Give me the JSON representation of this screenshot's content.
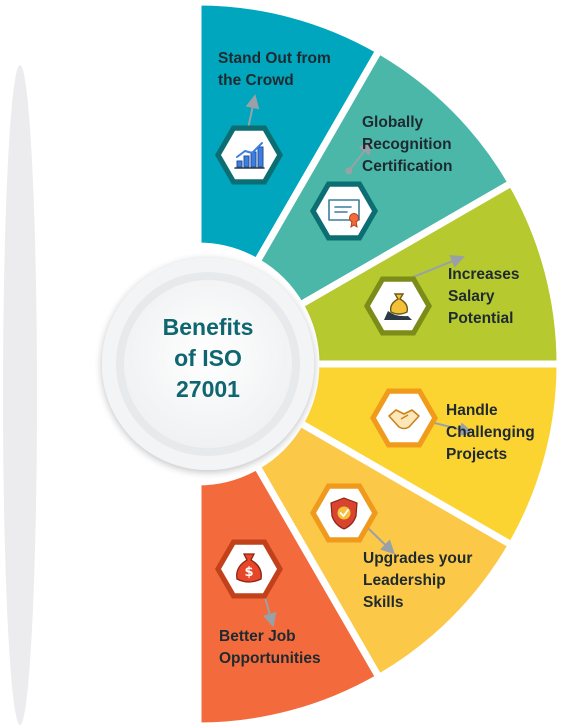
{
  "center": {
    "title": "Benefits\nof ISO\n27001"
  },
  "colors": {
    "teal": "#00a6bd",
    "seafoam": "#4ab7a9",
    "lime": "#b6c92f",
    "yellow": "#fcd432",
    "gold": "#fbc847",
    "orange": "#f36b3c",
    "hub_text": "#0f6670"
  },
  "segments": [
    {
      "label": "Stand Out from\nthe Crowd",
      "icon": "bar-chart-icon",
      "color": "#00a6bd",
      "ring": "#0c6e73"
    },
    {
      "label": "Globally\nRecognition\nCertification",
      "icon": "certificate-icon",
      "color": "#4ab7a9",
      "ring": "#0c6e73"
    },
    {
      "label": "Increases\nSalary\nPotential",
      "icon": "money-bag-hand-icon",
      "color": "#b6c92f",
      "ring": "#7b8c19"
    },
    {
      "label": "Handle\nChallenging\nProjects",
      "icon": "handshake-icon",
      "color": "#fcd432",
      "ring": "#f09b1c"
    },
    {
      "label": "Upgrades your\nLeadership\nSkills",
      "icon": "shield-check-icon",
      "color": "#fbc847",
      "ring": "#ef9a1d"
    },
    {
      "label": "Better Job\nOpportunities",
      "icon": "dollar-bag-icon",
      "color": "#f36b3c",
      "ring": "#c2401a"
    }
  ]
}
